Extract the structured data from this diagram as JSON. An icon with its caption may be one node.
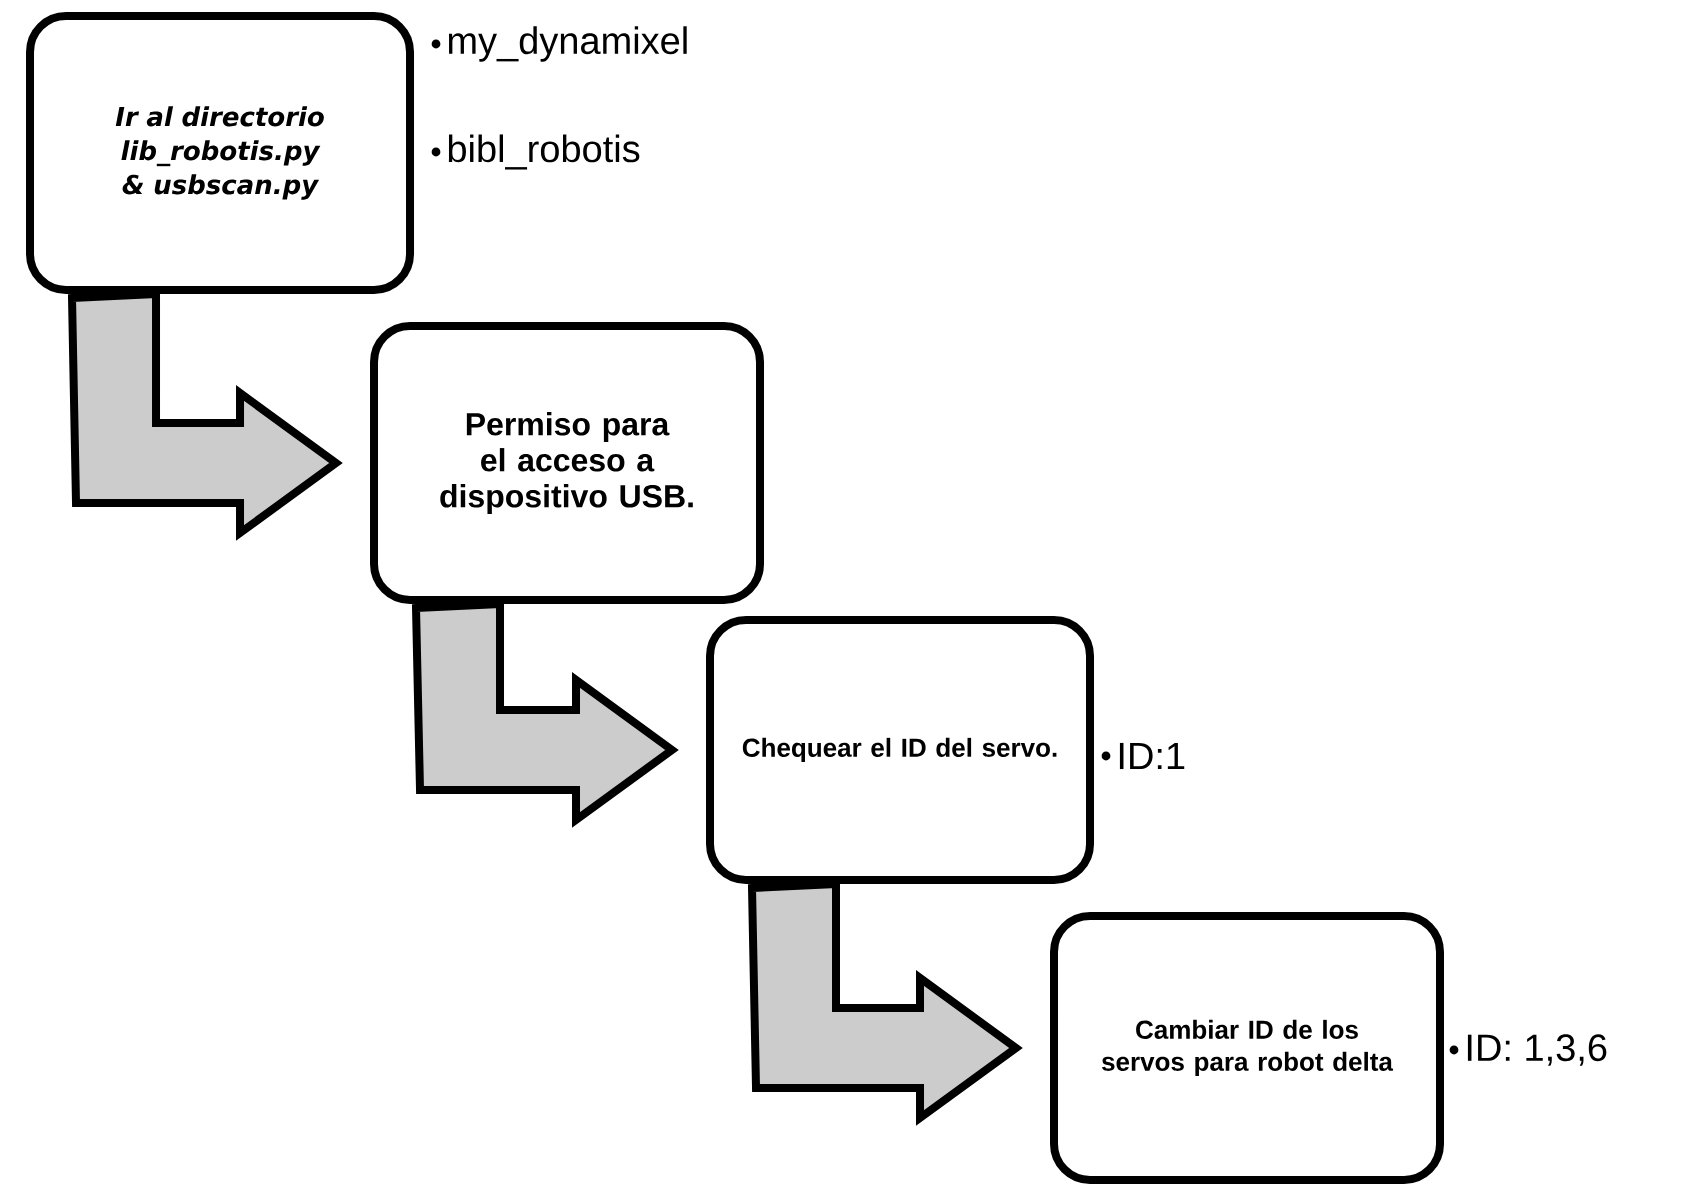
{
  "diagram": {
    "nodes": [
      {
        "text": [
          "Ir al directorio lib_robotis.py & usbscan.py"
        ],
        "beside": [
          "my_dynamixel",
          "bibl_robotis"
        ]
      },
      {
        "text": [
          "Permiso para el acceso a dispositivo USB."
        ]
      },
      {
        "text": [
          "Chequear el ID del servo."
        ],
        "beside": [
          "ID:1"
        ]
      },
      {
        "text": [
          "Cambiar ID de los servos para robot delta"
        ],
        "beside": [
          "ID: 1,3,6"
        ]
      }
    ],
    "edges": [
      {
        "from": 0,
        "to": 1,
        "arrow": "to"
      },
      {
        "from": 1,
        "to": 2,
        "arrow": "to"
      },
      {
        "from": 2,
        "to": 3,
        "arrow": "to"
      }
    ]
  }
}
